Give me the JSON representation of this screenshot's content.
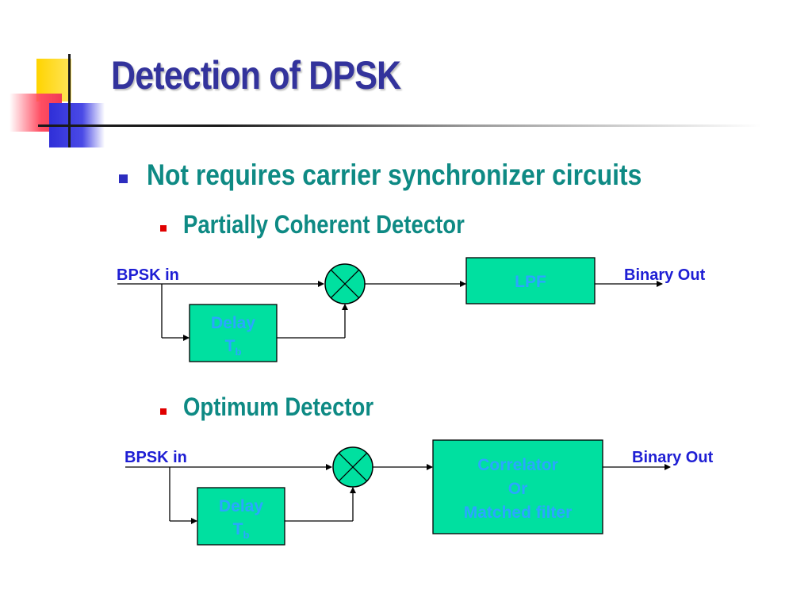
{
  "title": "Detection of DPSK",
  "bullets": {
    "level1": "Not requires carrier synchronizer circuits",
    "partial": "Partially Coherent Detector",
    "optimum": "Optimum Detector"
  },
  "diagram1": {
    "input_label": "BPSK in",
    "output_label": "Binary Out",
    "delay_label": "Delay",
    "delay_symbol": "T",
    "delay_subscript": "b",
    "filter_label": "LPF"
  },
  "diagram2": {
    "input_label": "BPSK in",
    "output_label": "Binary Out",
    "delay_label": "Delay",
    "delay_symbol": "T",
    "delay_subscript": "b",
    "filter_line1": "Correlator",
    "filter_line2": "Or",
    "filter_line3": "Matched filter"
  },
  "colors": {
    "title": "#33339c",
    "bullet_text": "#0e8a84",
    "block_fill": "#00e0a0",
    "block_text": "#2aa6ff",
    "signal_label": "#1e1ed4"
  }
}
